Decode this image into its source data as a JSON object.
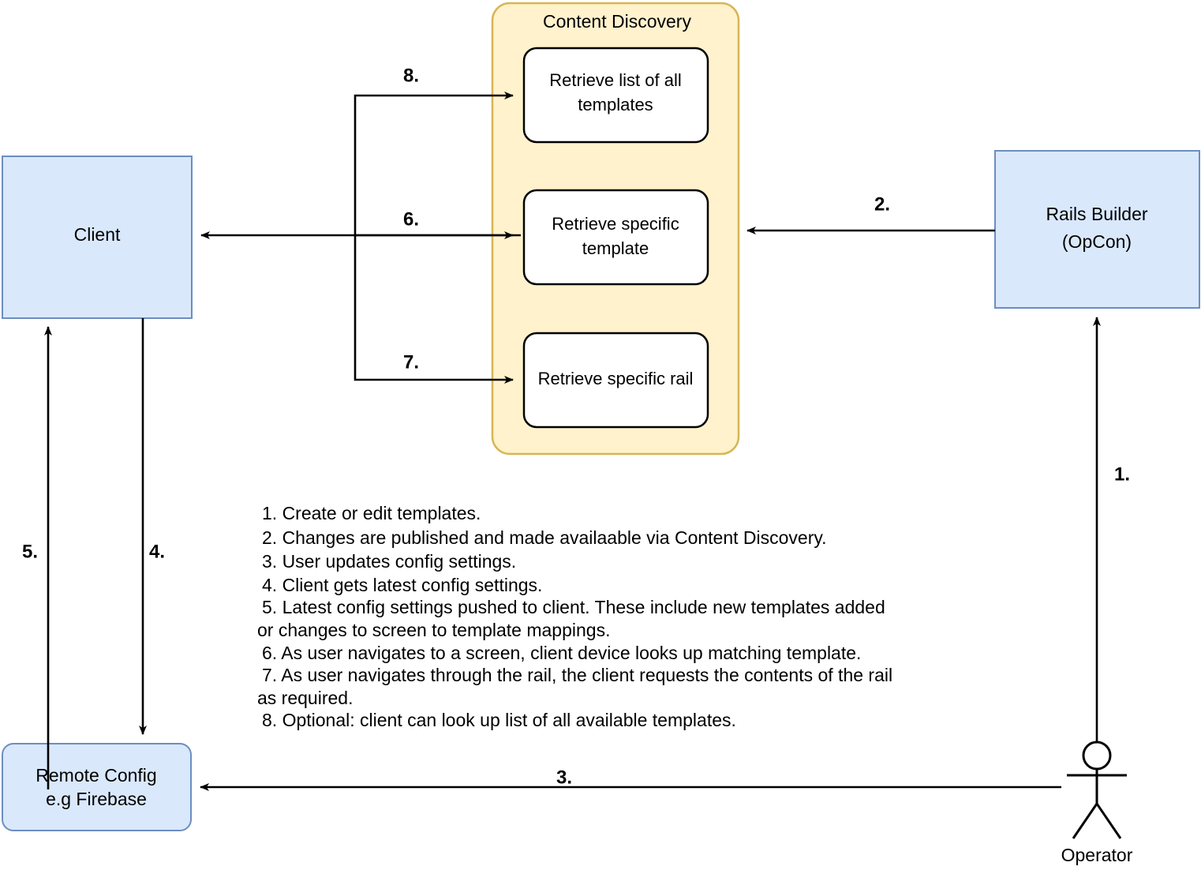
{
  "diagram": {
    "title": "Content Delivery / Content Discovery Flow",
    "colors": {
      "node_fill": "#dae8fc",
      "node_stroke": "#6c8ebf",
      "group_fill": "#fff2cc",
      "group_stroke": "#d6b656",
      "inner_fill": "#ffffff",
      "inner_stroke": "#000000",
      "edge": "#000000"
    }
  },
  "nodes": {
    "client": {
      "label": "Client"
    },
    "remote_config": {
      "label_line1": "Remote Config",
      "label_line2": "e.g Firebase"
    },
    "rails_builder": {
      "label_line1": "Rails Builder",
      "label_line2": "(OpCon)"
    },
    "operator": {
      "label": "Operator"
    }
  },
  "group": {
    "title": "Content Discovery",
    "items": [
      {
        "label_line1": "Retrieve list of all",
        "label_line2": "templates"
      },
      {
        "label_line1": "Retrieve specific",
        "label_line2": "template"
      },
      {
        "label_line1": "Retrieve specific rail",
        "label_line2": ""
      }
    ]
  },
  "edges": [
    {
      "id": "step-1",
      "label": "1."
    },
    {
      "id": "step-2",
      "label": "2."
    },
    {
      "id": "step-3",
      "label": "3."
    },
    {
      "id": "step-4",
      "label": "4."
    },
    {
      "id": "step-5",
      "label": "5."
    },
    {
      "id": "step-6",
      "label": "6."
    },
    {
      "id": "step-7",
      "label": "7."
    },
    {
      "id": "step-8",
      "label": "8."
    }
  ],
  "legend": {
    "lines": [
      "1. Create or edit templates.",
      "2. Changes are published and made availaable via Content Discovery.",
      "3. User updates config settings.",
      "4. Client gets latest config settings.",
      "5. Latest config settings pushed to client. These include new templates added",
      "or changes to screen to template mappings.",
      "6. As user navigates to a screen, client device looks up matching template.",
      "7. As user navigates through the rail, the client requests the contents of the rail",
      "as required.",
      "8. Optional: client can look up list of all available templates."
    ]
  }
}
